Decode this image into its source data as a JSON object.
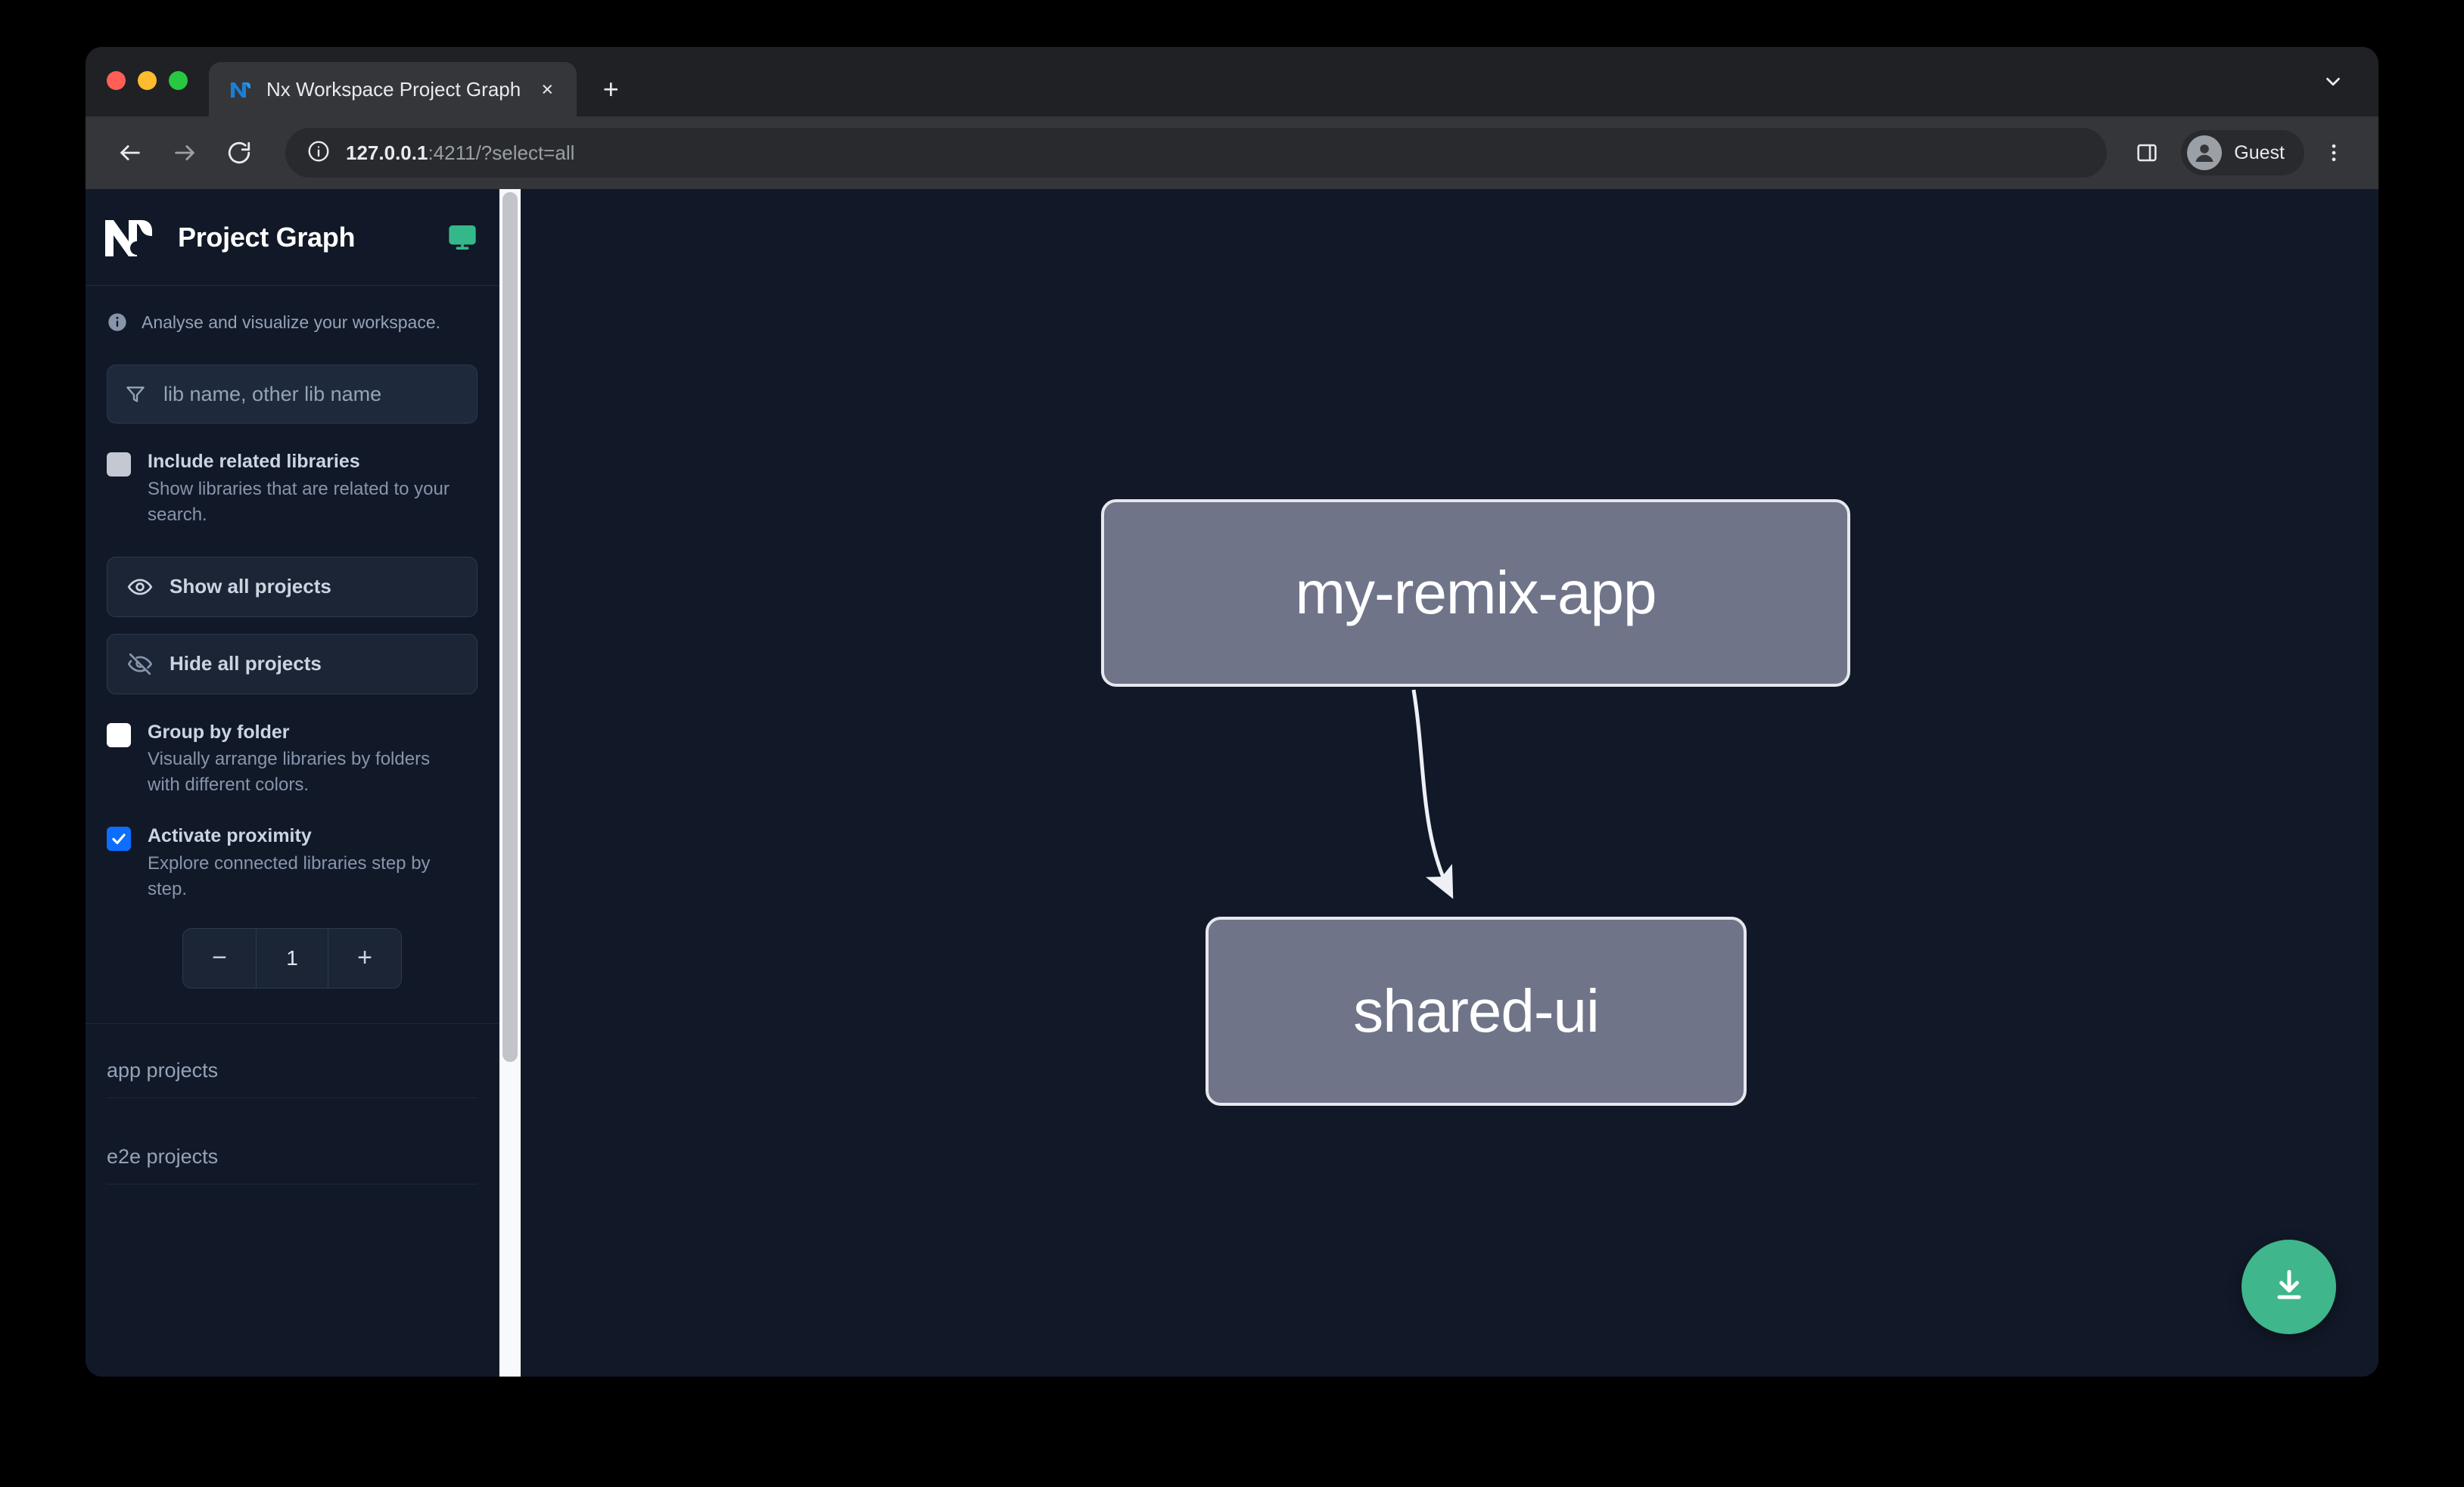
{
  "browser": {
    "tab": {
      "title": "Nx Workspace Project Graph",
      "favicon": "nx-favicon-icon",
      "close": "×"
    },
    "new_tab_label": "+",
    "tabstrip_chevron": "chevron-down-icon",
    "toolbar": {
      "back": "back-arrow-icon",
      "forward": "forward-arrow-icon",
      "reload": "reload-icon",
      "site_info": "info-circle-icon",
      "url_host": "127.0.0.1",
      "url_rest": ":4211/?select=all",
      "url_full": "127.0.0.1:4211/?select=all",
      "side_panel": "side-panel-icon",
      "profile_name": "Guest",
      "menu": "three-dots-menu-icon"
    }
  },
  "sidebar": {
    "logo": "nx-logo-icon",
    "title": "Project Graph",
    "monitor_icon": "monitor-icon",
    "tagline": "Analyse and visualize your workspace.",
    "filter": {
      "icon": "filter-funnel-icon",
      "placeholder": "lib name, other lib name",
      "value": ""
    },
    "options": [
      {
        "id": "include-related-libraries",
        "label": "Include related libraries",
        "description": "Show libraries that are related to your search.",
        "state": "disabled"
      },
      {
        "id": "group-by-folder",
        "label": "Group by folder",
        "description": "Visually arrange libraries by folders with different colors.",
        "state": "unchecked"
      },
      {
        "id": "activate-proximity",
        "label": "Activate proximity",
        "description": "Explore connected libraries step by step.",
        "state": "checked"
      }
    ],
    "buttons": {
      "show_all": {
        "label": "Show all projects",
        "icon": "eye-icon"
      },
      "hide_all": {
        "label": "Hide all projects",
        "icon": "eye-slash-icon"
      }
    },
    "stepper": {
      "decrement": "−",
      "value": "1",
      "increment": "+"
    },
    "project_groups": [
      {
        "id": "app-projects",
        "title": "app projects"
      },
      {
        "id": "e2e-projects",
        "title": "e2e projects"
      }
    ]
  },
  "graph": {
    "nodes": [
      {
        "id": "my-remix-app",
        "label": "my-remix-app"
      },
      {
        "id": "shared-ui",
        "label": "shared-ui"
      }
    ],
    "edges": [
      {
        "from": "my-remix-app",
        "to": "shared-ui"
      }
    ],
    "download_button": {
      "icon": "download-icon",
      "color": "#3fb68b"
    }
  },
  "colors": {
    "accent_green": "#3fb68b",
    "checkbox_checked": "#0d6efd",
    "canvas_background": "#111827",
    "sidebar_background": "#111827",
    "node_fill": "#6f7489",
    "node_stroke": "#e6e8ee"
  }
}
